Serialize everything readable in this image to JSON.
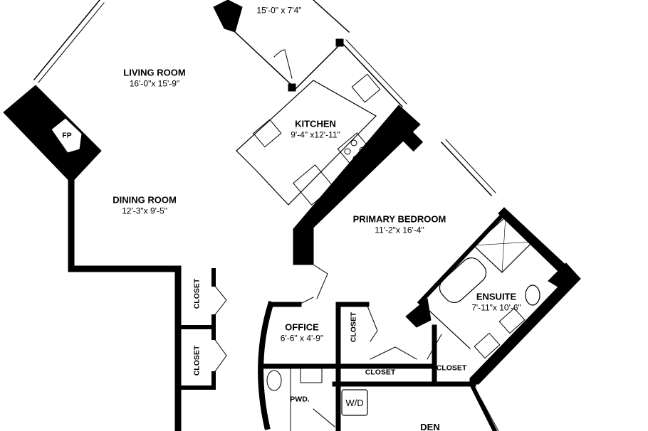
{
  "rooms": {
    "balcony": {
      "dims": "15'-0\" x 7'4\""
    },
    "living": {
      "name": "LIVING ROOM",
      "dims": "16'-0\"x 15'-9\""
    },
    "fireplace": {
      "name": "FP"
    },
    "kitchen": {
      "name": "KITCHEN",
      "dims": "9'-4\" x12'-11\""
    },
    "dining": {
      "name": "DINING ROOM",
      "dims": "12'-3\"x  9'-5\""
    },
    "primary_bedroom": {
      "name": "PRIMARY BEDROOM",
      "dims": "11'-2\"x 16'-4\""
    },
    "ensuite": {
      "name": "ENSUITE",
      "dims": "7'-11\"x 10'-6\""
    },
    "office": {
      "name": "OFFICE",
      "dims": "6'-6\"  x  4'-9\""
    },
    "closets": [
      "CLOSET",
      "CLOSET",
      "CLOSET",
      "CLOSET",
      "CLOSET"
    ],
    "powder": {
      "name": "PWD."
    },
    "laundry": {
      "name": "W/D"
    },
    "den": {
      "name": "DEN"
    }
  },
  "colors": {
    "wall": "#000000",
    "background": "#ffffff"
  }
}
